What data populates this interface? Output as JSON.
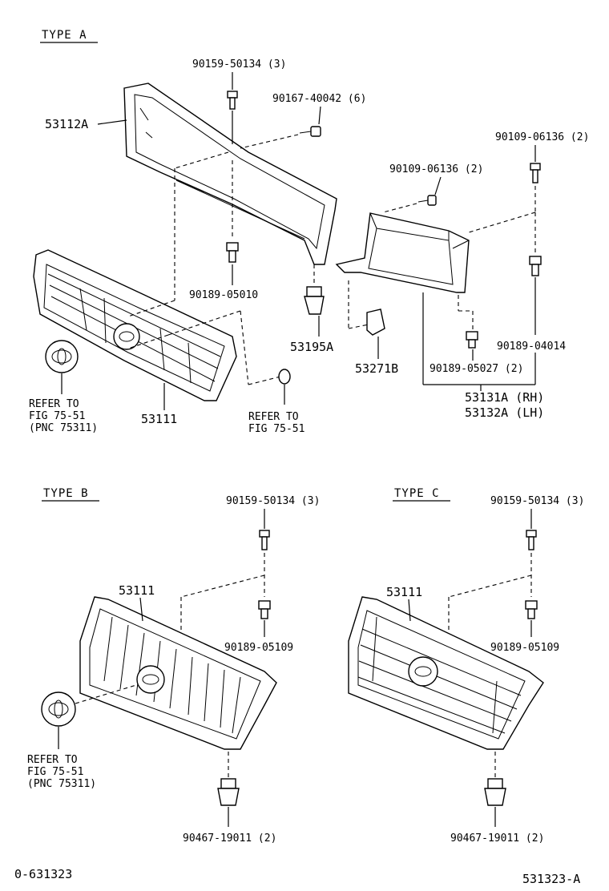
{
  "sections": {
    "type_a": "TYPE A",
    "type_b": "TYPE B",
    "type_c": "TYPE C"
  },
  "type_a": {
    "bolt_top": "90159-50134 (3)",
    "screw": "90167-40042 (6)",
    "frame": "53112A",
    "bolt_right_top": "90109-06136 (2)",
    "bolt_bracket": "90109-06136 (2)",
    "clip_left": "90189-05010",
    "clip_right": "90189-04014",
    "clip_mid": "90189-05027 (2)",
    "retainer": "53195A",
    "bracket_clip": "53271B",
    "bracket_rh": "53131A (RH)",
    "bracket_lh": "53132A (LH)",
    "grille": "53111",
    "refer1_l1": "REFER TO",
    "refer1_l2": "FIG 75-51",
    "refer1_l3": "(PNC 75311)",
    "refer2_l1": "REFER TO",
    "refer2_l2": "FIG 75-51"
  },
  "type_b": {
    "bolt_top": "90159-50134 (3)",
    "grille": "53111",
    "clip": "90189-05109",
    "retainer": "90467-19011 (2)",
    "refer_l1": "REFER TO",
    "refer_l2": "FIG 75-51",
    "refer_l3": "(PNC 75311)"
  },
  "type_c": {
    "bolt_top": "90159-50134 (3)",
    "grille": "53111",
    "clip": "90189-05109",
    "retainer": "90467-19011 (2)"
  },
  "footer": {
    "left_code": "0-631323",
    "right_code": "531323-A"
  }
}
